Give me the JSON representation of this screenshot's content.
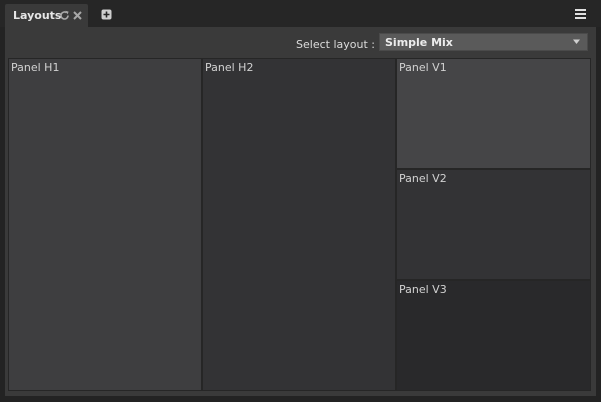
{
  "tab": {
    "label": "Layouts",
    "refresh_icon": "refresh-icon",
    "close_icon": "close-icon"
  },
  "add_tab_icon": "add-tab-icon",
  "menu_icon": "hamburger-menu-icon",
  "toolbar": {
    "select_label": "Select layout :",
    "selected_layout": "Simple Mix"
  },
  "panels": {
    "h1": "Panel H1",
    "h2": "Panel H2",
    "v1": "Panel V1",
    "v2": "Panel V2",
    "v3": "Panel V3"
  },
  "colors": {
    "background": "#232323",
    "content": "#3a3a3a",
    "select": "#5a5a5a"
  }
}
